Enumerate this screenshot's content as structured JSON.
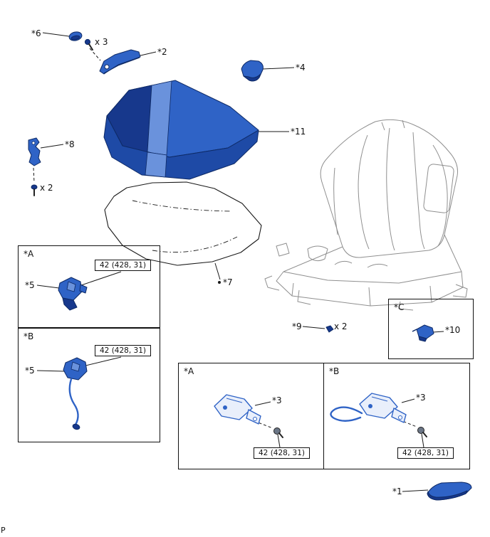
{
  "page": {
    "corner_mark": "P"
  },
  "colors": {
    "part_fill": "#2f63c6",
    "part_mid": "#1e4aa6",
    "part_dark": "#17388c",
    "part_light": "#6a92dc",
    "part_stroke": "#0e2a66",
    "buckle_fill": "#e9effb",
    "frame_line": "#8f8f8f",
    "line_color": "#1a1a1a",
    "screw_fill": "#6b7686"
  },
  "labels": {
    "part6": "*6",
    "qty_x3": "x 3",
    "part2": "*2",
    "part4": "*4",
    "part11": "*11",
    "part8": "*8",
    "qty_x2_left": "x 2",
    "part7": "*7",
    "part9": "*9",
    "qty_x2_right": "x 2",
    "part5_top": "*5",
    "part5_bottom": "*5",
    "part10": "*10",
    "part3_left": "*3",
    "part3_right": "*3",
    "part1": "*1"
  },
  "panels": {
    "top_a": {
      "label": "*A",
      "torque": "42 (428, 31)"
    },
    "top_b": {
      "label": "*B",
      "torque": "42 (428, 31)"
    },
    "side_c": {
      "label": "*C"
    },
    "bottom_a": {
      "label": "*A",
      "torque": "42 (428, 31)"
    },
    "bottom_b": {
      "label": "*B",
      "torque": "42 (428, 31)"
    }
  }
}
